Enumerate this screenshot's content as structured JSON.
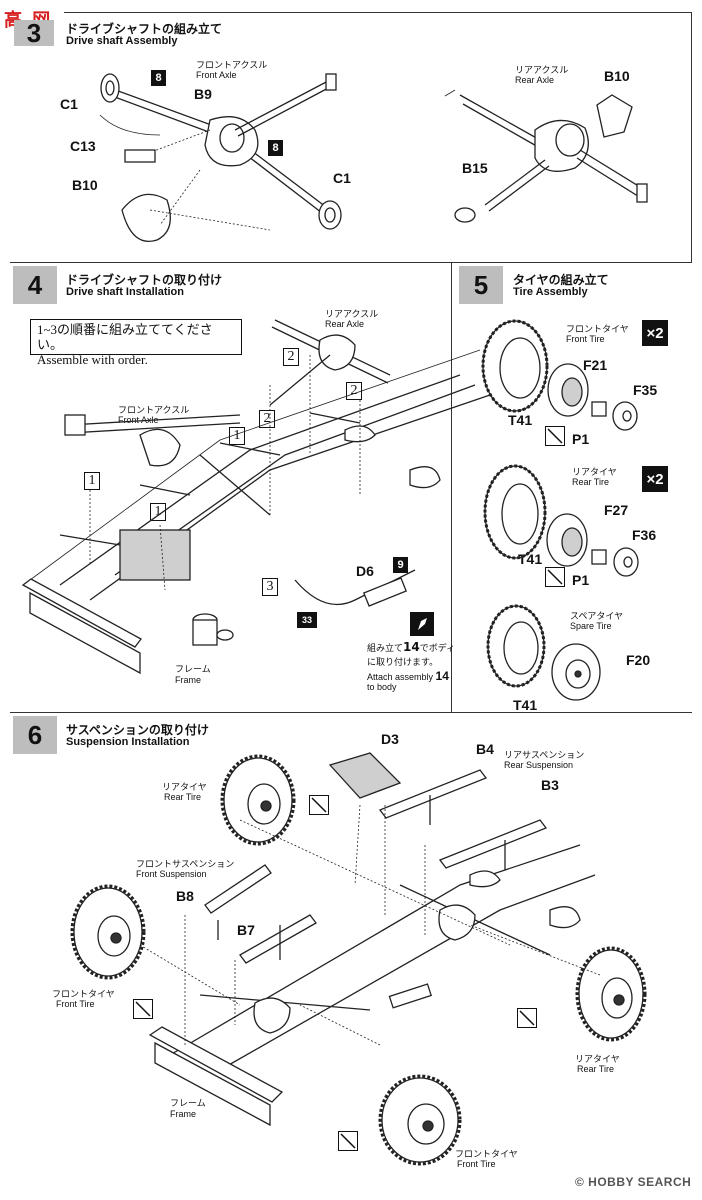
{
  "header": {
    "site_logo": "高 网"
  },
  "step3": {
    "number": "3",
    "title_jp": "ドライブシャフトの組み立て",
    "title_en": "Drive shaft Assembly",
    "front_axle_jp": "フロントアクスル",
    "front_axle_en": "Front Axle",
    "rear_axle_jp": "リアアクスル",
    "rear_axle_en": "Rear Axle",
    "parts": [
      "C1",
      "B9",
      "C13",
      "B10",
      "C1",
      "B10",
      "B15"
    ],
    "box_nums": [
      "8",
      "8"
    ]
  },
  "step4": {
    "number": "4",
    "title_jp": "ドライブシャフトの取り付け",
    "title_en": "Drive shaft Installation",
    "note_jp": "1~3の順番に組み立ててください。",
    "note_en": "Assemble with order.",
    "rear_axle_jp": "リアアクスル",
    "rear_axle_en": "Rear Axle",
    "front_axle_jp": "フロントアクスル",
    "front_axle_en": "Front Axle",
    "frame_jp": "フレーム",
    "frame_en": "Frame",
    "seq": [
      "2",
      "2",
      "2",
      "1",
      "1",
      "1",
      "3"
    ],
    "part_d6": "D6",
    "box_9": "9",
    "box_33": "33",
    "attach_jp_pre": "組み立て",
    "attach_jp_num": "14",
    "attach_jp_post": "でボディ",
    "attach_jp_line2": "に取り付けます。",
    "attach_en_pre": "Attach assembly ",
    "attach_en_num": "14",
    "attach_en_line2": "to body"
  },
  "step5": {
    "number": "5",
    "title_jp": "タイヤの組み立て",
    "title_en": "Tire Assembly",
    "front_tire_jp": "フロントタイヤ",
    "front_tire_en": "Front Tire",
    "rear_tire_jp": "リアタイヤ",
    "rear_tire_en": "Rear Tire",
    "spare_tire_jp": "スペアタイヤ",
    "spare_tire_en": "Spare Tire",
    "multiplier": "×2",
    "parts_front": [
      "F21",
      "F35",
      "T41",
      "P1"
    ],
    "parts_rear": [
      "F27",
      "F36",
      "T41",
      "P1"
    ],
    "parts_spare": [
      "F20",
      "T41"
    ]
  },
  "step6": {
    "number": "6",
    "title_jp": "サスペンションの取り付け",
    "title_en": "Suspension Installation",
    "rear_tire_jp": "リアタイヤ",
    "rear_tire_en": "Rear Tire",
    "front_susp_jp": "フロントサスペンション",
    "front_susp_en": "Front Suspension",
    "rear_susp_jp": "リアサスペンション",
    "rear_susp_en": "Rear Suspension",
    "front_tire_jp": "フロントタイヤ",
    "front_tire_en": "Front Tire",
    "frame_jp": "フレーム",
    "frame_en": "Frame",
    "parts": [
      "D3",
      "B4",
      "B3",
      "B8",
      "B7"
    ]
  },
  "footer": {
    "watermark": "© HOBBY SEARCH"
  }
}
